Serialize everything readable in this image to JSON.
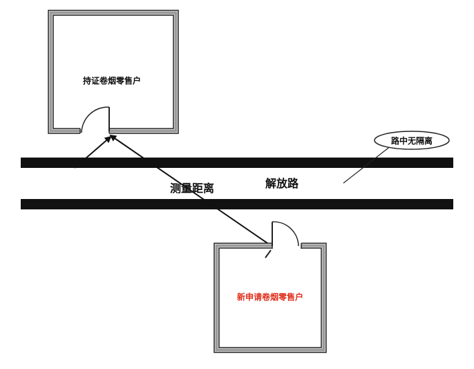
{
  "shops": {
    "licensed": {
      "label": "持证卷烟零售户",
      "color": "#111111"
    },
    "applicant": {
      "label": "新申请卷烟零售户",
      "color": "#e0301e"
    }
  },
  "road": {
    "name": "解放路",
    "callout": "路中无隔离"
  },
  "measurement": {
    "label": "测量距离"
  },
  "colors": {
    "ink": "#111111",
    "wall_gray": "#9a9a9a",
    "background": "#ffffff",
    "accent_red": "#e0301e"
  }
}
